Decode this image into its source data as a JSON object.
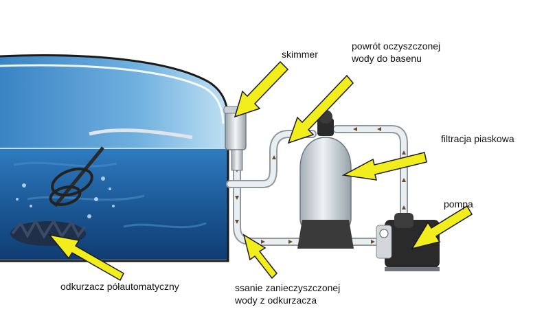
{
  "labels": {
    "skimmer": "skimmer",
    "return_line1": "powrót oczyszczonej",
    "return_line2": "wody do basenu",
    "sand_filter": "filtracja piaskowa",
    "pump": "pompa",
    "vacuum_cleaner": "odkurzacz półautomatyczny",
    "suction_line1": "ssanie zanieczyszczonej",
    "suction_line2": "wody z odkurzacza"
  },
  "colors": {
    "pointer_arrow": "#f2ee1e",
    "pool_water": "#1d5f9c",
    "pipe": "#d9dde1",
    "flow_arrow": "#6b4a2c",
    "filter_tank": "#c9d1d6",
    "pump_body": "#2a2a2a"
  }
}
